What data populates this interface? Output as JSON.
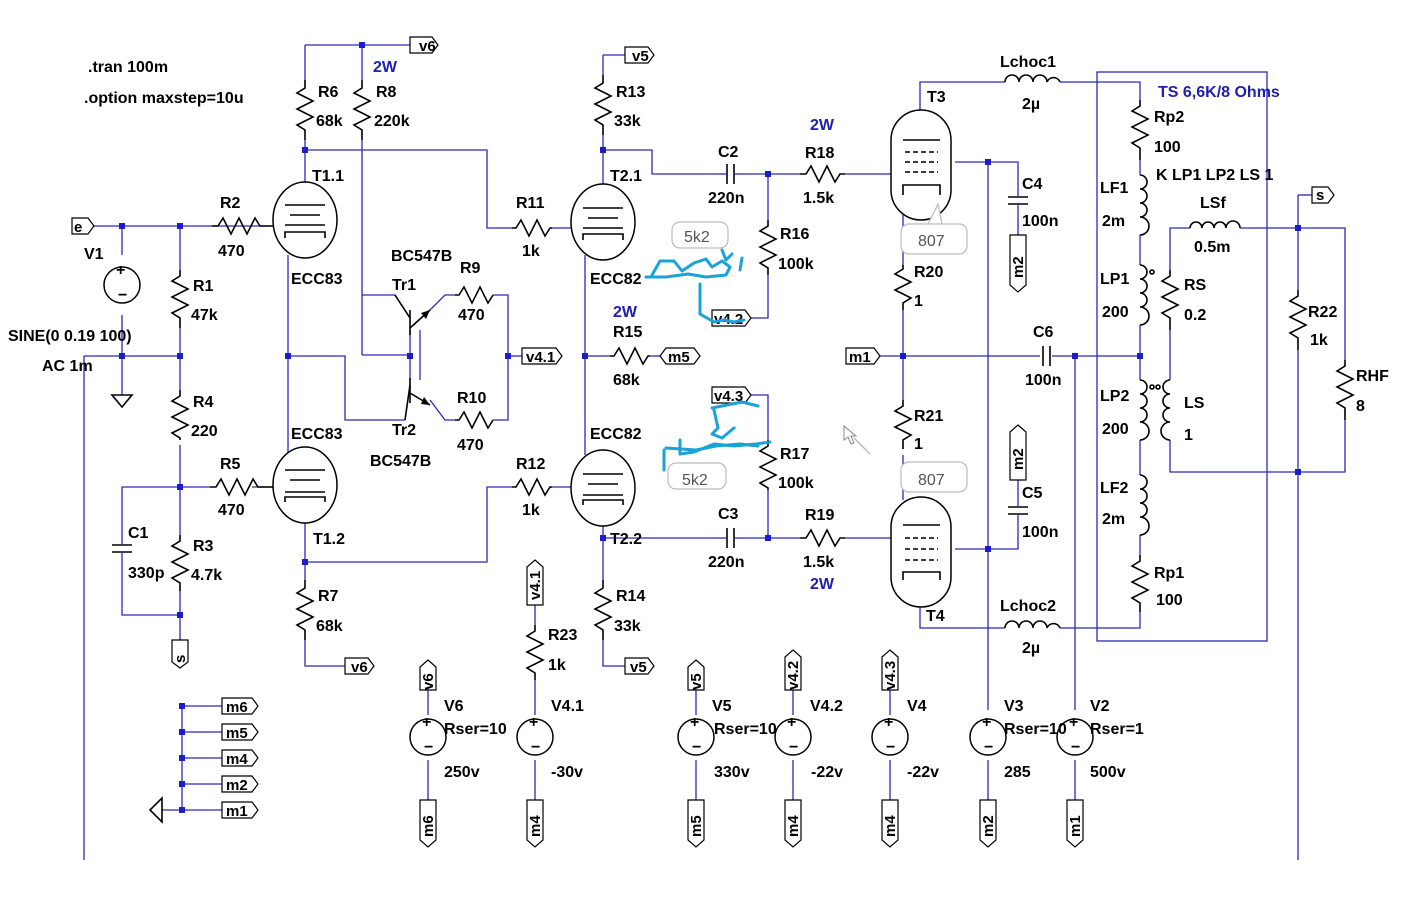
{
  "directives": {
    "tran": ".tran 100m",
    "option": ".option maxstep=10u"
  },
  "resistors": [
    {
      "id": "R6",
      "name": "R6",
      "value": "68k"
    },
    {
      "id": "R8",
      "name": "R8",
      "value": "220k",
      "note": "2W"
    },
    {
      "id": "R2",
      "name": "R2",
      "value": "470"
    },
    {
      "id": "R1",
      "name": "R1",
      "value": "47k"
    },
    {
      "id": "R4",
      "name": "R4",
      "value": "220"
    },
    {
      "id": "R5",
      "name": "R5",
      "value": "470"
    },
    {
      "id": "R3",
      "name": "R3",
      "value": "4.7k"
    },
    {
      "id": "R7",
      "name": "R7",
      "value": "68k"
    },
    {
      "id": "R9",
      "name": "R9",
      "value": "470"
    },
    {
      "id": "R10",
      "name": "R10",
      "value": "470"
    },
    {
      "id": "R11",
      "name": "R11",
      "value": "1k"
    },
    {
      "id": "R12",
      "name": "R12",
      "value": "1k"
    },
    {
      "id": "R13",
      "name": "R13",
      "value": "33k"
    },
    {
      "id": "R14",
      "name": "R14",
      "value": "33k"
    },
    {
      "id": "R15",
      "name": "R15",
      "value": "68k",
      "note": "2W"
    },
    {
      "id": "R16",
      "name": "R16",
      "value": "100k"
    },
    {
      "id": "R17",
      "name": "R17",
      "value": "100k"
    },
    {
      "id": "R18",
      "name": "R18",
      "value": "1.5k",
      "note": "2W"
    },
    {
      "id": "R19",
      "name": "R19",
      "value": "1.5k",
      "note": "2W"
    },
    {
      "id": "R20",
      "name": "R20",
      "value": "1"
    },
    {
      "id": "R21",
      "name": "R21",
      "value": "1"
    },
    {
      "id": "R22",
      "name": "R22",
      "value": "1k"
    },
    {
      "id": "R23",
      "name": "R23",
      "value": "1k"
    },
    {
      "id": "RHF",
      "name": "RHF",
      "value": "8"
    },
    {
      "id": "Rp2",
      "name": "Rp2",
      "value": "100"
    },
    {
      "id": "Rp1",
      "name": "Rp1",
      "value": "100"
    },
    {
      "id": "RS",
      "name": "RS",
      "value": "0.2"
    }
  ],
  "capacitors": [
    {
      "id": "C1",
      "name": "C1",
      "value": "330p"
    },
    {
      "id": "C2",
      "name": "C2",
      "value": "220n"
    },
    {
      "id": "C3",
      "name": "C3",
      "value": "220n"
    },
    {
      "id": "C4",
      "name": "C4",
      "value": "100n"
    },
    {
      "id": "C5",
      "name": "C5",
      "value": "100n"
    },
    {
      "id": "C6",
      "name": "C6",
      "value": "100n"
    }
  ],
  "inductors": [
    {
      "id": "Lchoc1",
      "name": "Lchoc1",
      "value": "2µ"
    },
    {
      "id": "Lchoc2",
      "name": "Lchoc2",
      "value": "2µ"
    },
    {
      "id": "LF1",
      "name": "LF1",
      "value": "2m"
    },
    {
      "id": "LP1",
      "name": "LP1",
      "value": "200"
    },
    {
      "id": "LP2",
      "name": "LP2",
      "value": "200"
    },
    {
      "id": "LF2",
      "name": "LF2",
      "value": "2m"
    },
    {
      "id": "LSf",
      "name": "LSf",
      "value": "0.5m"
    },
    {
      "id": "LS",
      "name": "LS",
      "value": "1"
    }
  ],
  "tubes": [
    {
      "id": "T11",
      "name": "T1.1",
      "type": "ECC83"
    },
    {
      "id": "T12",
      "name": "T1.2",
      "type": "ECC83"
    },
    {
      "id": "T21",
      "name": "T2.1",
      "type": "ECC82"
    },
    {
      "id": "T22",
      "name": "T2.2",
      "type": "ECC82"
    },
    {
      "id": "T3",
      "name": "T3",
      "type": "807"
    },
    {
      "id": "T4",
      "name": "T4",
      "type": "807"
    }
  ],
  "transistors": [
    {
      "id": "Tr1",
      "name": "Tr1",
      "type": "BC547B"
    },
    {
      "id": "Tr2",
      "name": "Tr2",
      "type": "BC547B"
    }
  ],
  "sources": [
    {
      "id": "V1",
      "name": "V1",
      "value": "SINE(0 0.19 100)",
      "ac": "AC 1m"
    },
    {
      "id": "V6",
      "name": "V6",
      "rser": "Rser=10",
      "value": "250v"
    },
    {
      "id": "V41",
      "name": "V4.1",
      "value": "-30v"
    },
    {
      "id": "V5",
      "name": "V5",
      "rser": "Rser=10",
      "value": "330v"
    },
    {
      "id": "V42",
      "name": "V4.2",
      "value": "-22v"
    },
    {
      "id": "V4",
      "name": "V4",
      "value": "-22v"
    },
    {
      "id": "V3",
      "name": "V3",
      "rser": "Rser=10",
      "value": "285"
    },
    {
      "id": "V2",
      "name": "V2",
      "rser": "Rser=1",
      "value": "500v"
    }
  ],
  "transformer": {
    "title": "TS 6,6K/8 Ohms",
    "coupling": "K LP1 LP2 LS 1"
  },
  "nets": {
    "v6": "v6",
    "v5": "v5",
    "v41": "v4.1",
    "v42": "v4.2",
    "v43": "v4.3",
    "m1": "m1",
    "m2": "m2",
    "m4": "m4",
    "m5": "m5",
    "m6": "m6",
    "e": "e",
    "s": "s"
  },
  "annotations": {
    "hand_5k2": "5k2",
    "tube_807": "807"
  },
  "colors": {
    "wire": "#2b2bb8",
    "ink": "#000000",
    "scribble": "#1aa3d8",
    "note": "#2020b0"
  }
}
